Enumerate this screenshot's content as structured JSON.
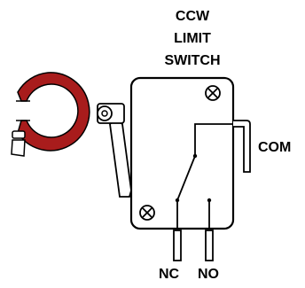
{
  "title": {
    "line1": "CCW",
    "line2": "LIMIT",
    "line3": "SWITCH"
  },
  "terminals": {
    "com": "COM",
    "nc": "NC",
    "no": "NO"
  },
  "colors": {
    "cam": "#a81c1c",
    "line": "#000000",
    "background": "#ffffff"
  },
  "icons": {
    "cam": "red-cam-ring",
    "screws": "phillips-screw-head",
    "roller": "roller-lever"
  }
}
